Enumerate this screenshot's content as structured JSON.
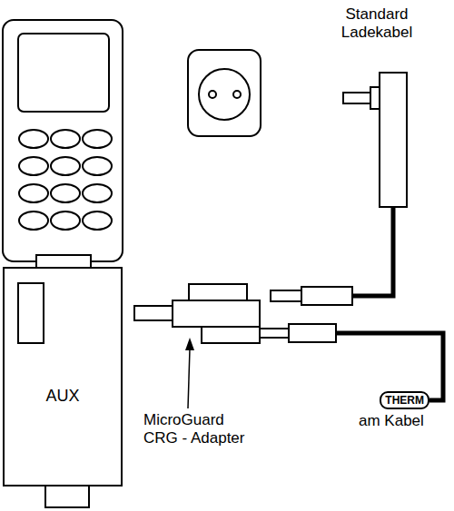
{
  "diagram": {
    "nodes": [
      {
        "text": [
          "AUX"
        ]
      },
      {
        "text": [
          "THERM"
        ]
      }
    ],
    "labels": [
      "Standard Ladekabel",
      "MicroGuard CRG - Adapter",
      "am Kabel"
    ]
  }
}
